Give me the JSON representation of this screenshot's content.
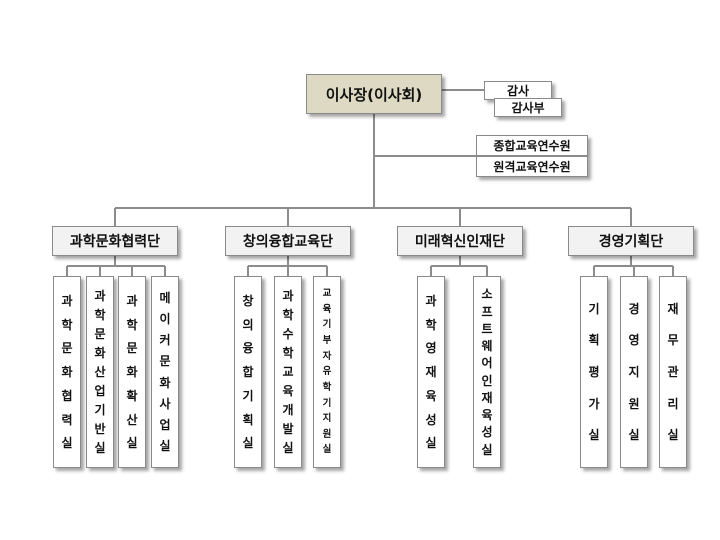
{
  "root": {
    "label": "이사장(이사회)"
  },
  "audit": {
    "label": "감사",
    "sub_label": "감사부"
  },
  "institutes": [
    "종합교육연수원",
    "원격교육연수원"
  ],
  "divisions": [
    {
      "label": "과학문화협력단",
      "units": [
        "과학문화협력실",
        "과학문화산업기반실",
        "과학문화확산실",
        "메이커문화사업실"
      ]
    },
    {
      "label": "창의융합교육단",
      "units": [
        "창의융합기획실",
        "과학수학교육개발실",
        "교육기부자유학기지원실"
      ]
    },
    {
      "label": "미래혁신인재단",
      "units": [
        "과학영재육성실",
        "소프트웨어인재육성실"
      ]
    },
    {
      "label": "경영기획단",
      "units": [
        "기획평가실",
        "경영지원실",
        "재무관리실"
      ]
    }
  ],
  "colors": {
    "root_fill": "#ddd9c3",
    "division_fill": "#f2f2f2",
    "line": "#8c8c8c"
  }
}
